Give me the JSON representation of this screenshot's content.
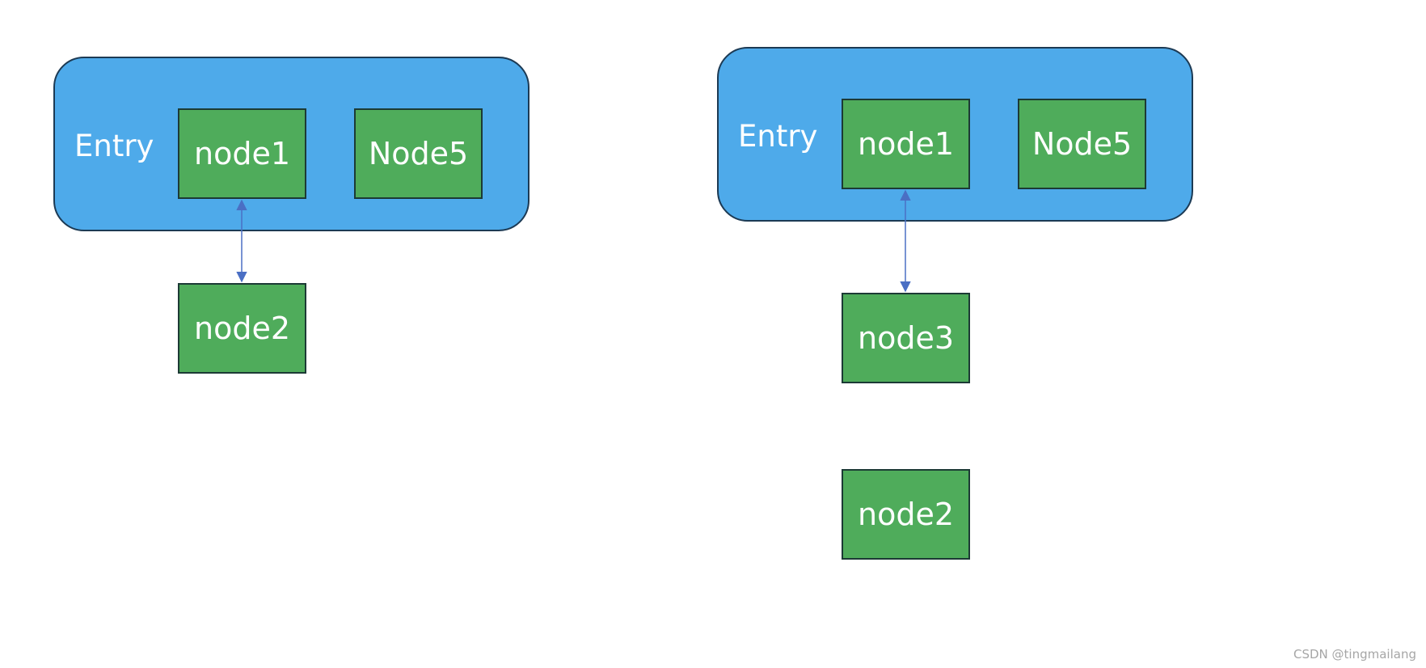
{
  "left_diagram": {
    "entry_label": "Entry",
    "inner_nodes": [
      "node1",
      "Node5"
    ],
    "below_nodes": [
      "node2"
    ]
  },
  "right_diagram": {
    "entry_label": "Entry",
    "inner_nodes": [
      "node1",
      "Node5"
    ],
    "below_nodes": [
      "node3",
      "node2"
    ]
  },
  "watermark": "CSDN @tingmailang",
  "colors": {
    "entry_fill": "#4eaaea",
    "node_fill": "#4fac5b",
    "connector": "#4a6fc4",
    "text": "#ffffff"
  }
}
